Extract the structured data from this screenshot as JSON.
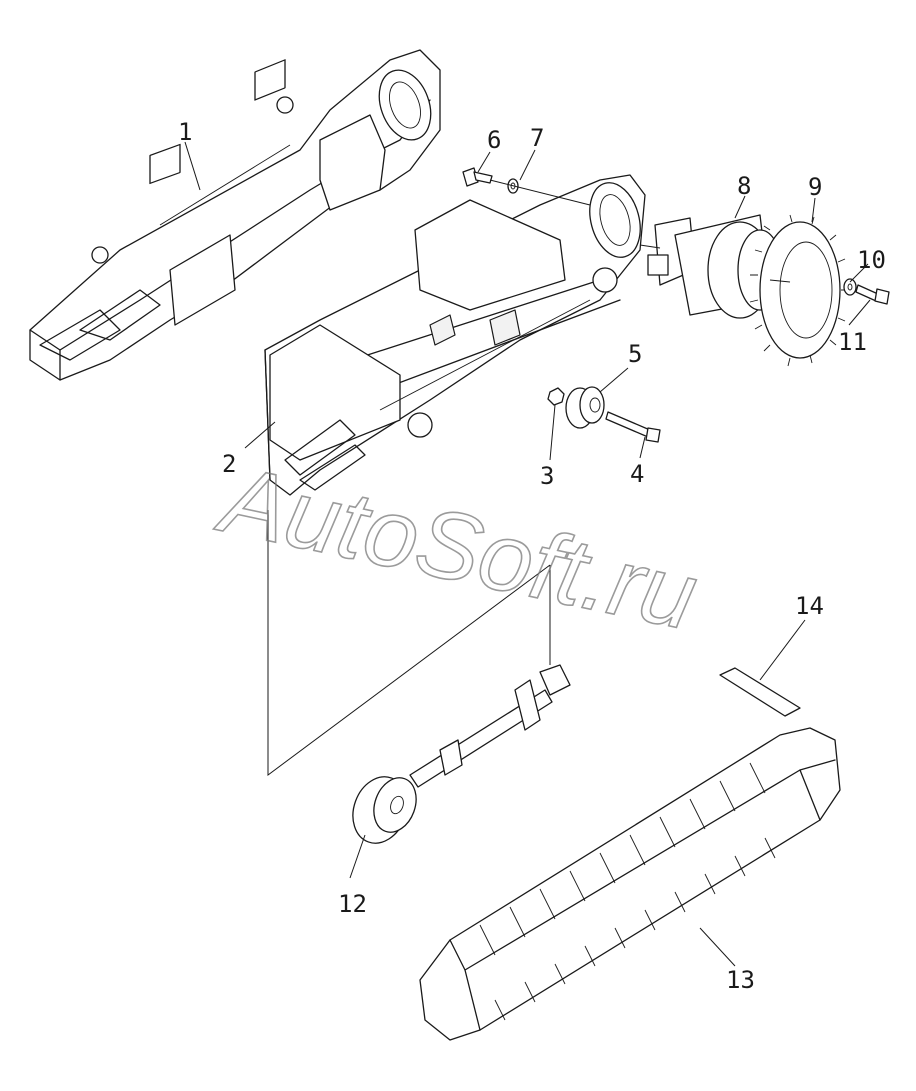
{
  "watermark": {
    "text": "AutoSoft.ru"
  },
  "callouts": [
    {
      "id": "1",
      "label": "1"
    },
    {
      "id": "2",
      "label": "2"
    },
    {
      "id": "3",
      "label": "3"
    },
    {
      "id": "4",
      "label": "4"
    },
    {
      "id": "5",
      "label": "5"
    },
    {
      "id": "6",
      "label": "6"
    },
    {
      "id": "7",
      "label": "7"
    },
    {
      "id": "8",
      "label": "8"
    },
    {
      "id": "9",
      "label": "9"
    },
    {
      "id": "10",
      "label": "10"
    },
    {
      "id": "11",
      "label": "11"
    },
    {
      "id": "12",
      "label": "12"
    },
    {
      "id": "13",
      "label": "13"
    },
    {
      "id": "14",
      "label": "14"
    }
  ]
}
